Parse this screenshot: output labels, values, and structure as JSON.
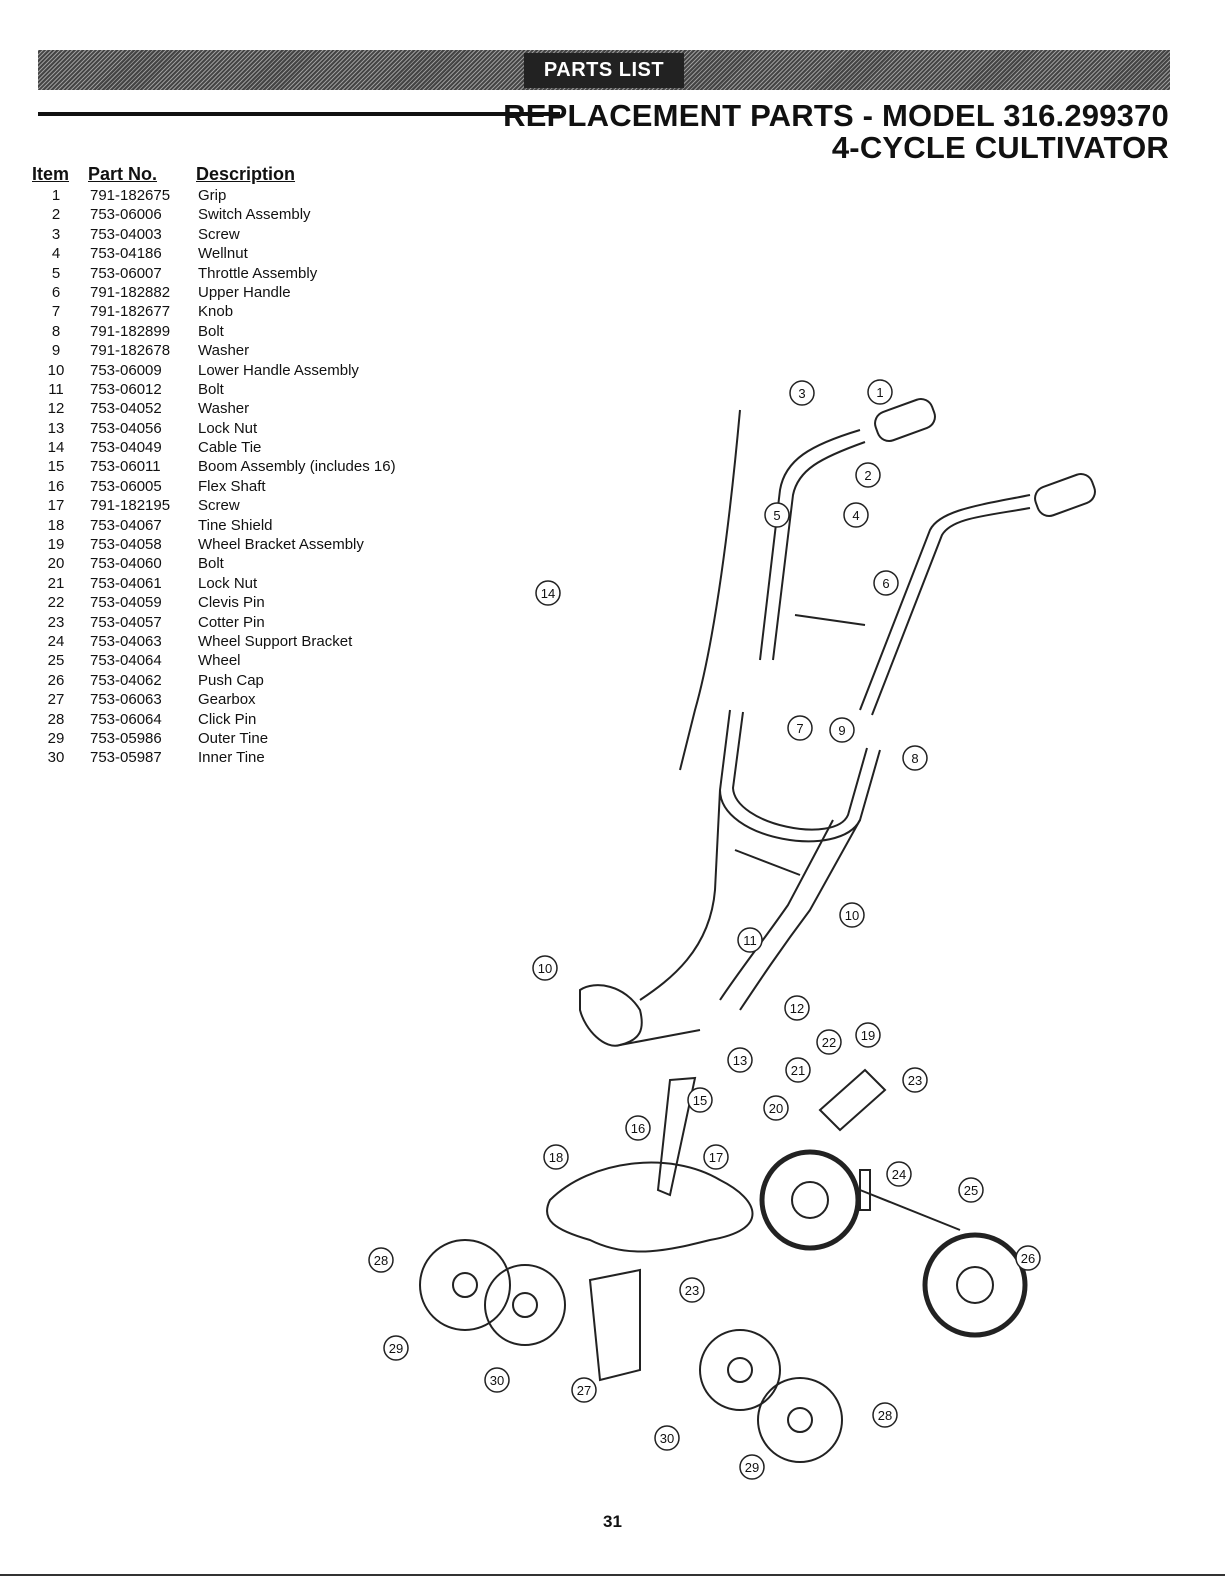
{
  "banner": {
    "label": "PARTS LIST"
  },
  "title": {
    "line1": "REPLACEMENT PARTS - MODEL 316.299370",
    "line2": "4-CYCLE CULTIVATOR"
  },
  "parts_table": {
    "headers": {
      "item": "Item",
      "part_no": "Part No.",
      "description": "Description"
    },
    "rows": [
      {
        "item": "1",
        "part_no": "791-182675",
        "description": "Grip"
      },
      {
        "item": "2",
        "part_no": "753-06006",
        "description": "Switch Assembly"
      },
      {
        "item": "3",
        "part_no": "753-04003",
        "description": "Screw"
      },
      {
        "item": "4",
        "part_no": "753-04186",
        "description": "Wellnut"
      },
      {
        "item": "5",
        "part_no": "753-06007",
        "description": "Throttle Assembly"
      },
      {
        "item": "6",
        "part_no": "791-182882",
        "description": "Upper Handle"
      },
      {
        "item": "7",
        "part_no": "791-182677",
        "description": "Knob"
      },
      {
        "item": "8",
        "part_no": "791-182899",
        "description": "Bolt"
      },
      {
        "item": "9",
        "part_no": "791-182678",
        "description": "Washer"
      },
      {
        "item": "10",
        "part_no": "753-06009",
        "description": "Lower Handle Assembly"
      },
      {
        "item": "11",
        "part_no": "753-06012",
        "description": "Bolt"
      },
      {
        "item": "12",
        "part_no": "753-04052",
        "description": "Washer"
      },
      {
        "item": "13",
        "part_no": "753-04056",
        "description": "Lock Nut"
      },
      {
        "item": "14",
        "part_no": "753-04049",
        "description": "Cable Tie"
      },
      {
        "item": "15",
        "part_no": "753-06011",
        "description": "Boom Assembly (includes 16)"
      },
      {
        "item": "16",
        "part_no": "753-06005",
        "description": "Flex Shaft"
      },
      {
        "item": "17",
        "part_no": "791-182195",
        "description": "Screw"
      },
      {
        "item": "18",
        "part_no": "753-04067",
        "description": "Tine Shield"
      },
      {
        "item": "19",
        "part_no": "753-04058",
        "description": "Wheel Bracket Assembly"
      },
      {
        "item": "20",
        "part_no": "753-04060",
        "description": "Bolt"
      },
      {
        "item": "21",
        "part_no": "753-04061",
        "description": "Lock Nut"
      },
      {
        "item": "22",
        "part_no": "753-04059",
        "description": "Clevis Pin"
      },
      {
        "item": "23",
        "part_no": "753-04057",
        "description": "Cotter Pin"
      },
      {
        "item": "24",
        "part_no": "753-04063",
        "description": "Wheel Support Bracket"
      },
      {
        "item": "25",
        "part_no": "753-04064",
        "description": "Wheel"
      },
      {
        "item": "26",
        "part_no": "753-04062",
        "description": "Push Cap"
      },
      {
        "item": "27",
        "part_no": "753-06063",
        "description": "Gearbox"
      },
      {
        "item": "28",
        "part_no": "753-06064",
        "description": "Click Pin"
      },
      {
        "item": "29",
        "part_no": "753-05986",
        "description": "Outer Tine"
      },
      {
        "item": "30",
        "part_no": "753-05987",
        "description": "Inner Tine"
      }
    ]
  },
  "diagram_callouts": [
    "1",
    "2",
    "3",
    "4",
    "5",
    "6",
    "7",
    "8",
    "9",
    "10",
    "10",
    "11",
    "12",
    "13",
    "14",
    "15",
    "16",
    "17",
    "18",
    "19",
    "20",
    "21",
    "22",
    "23",
    "23",
    "24",
    "25",
    "26",
    "27",
    "28",
    "28",
    "29",
    "29",
    "30",
    "30"
  ],
  "page_number": "31"
}
